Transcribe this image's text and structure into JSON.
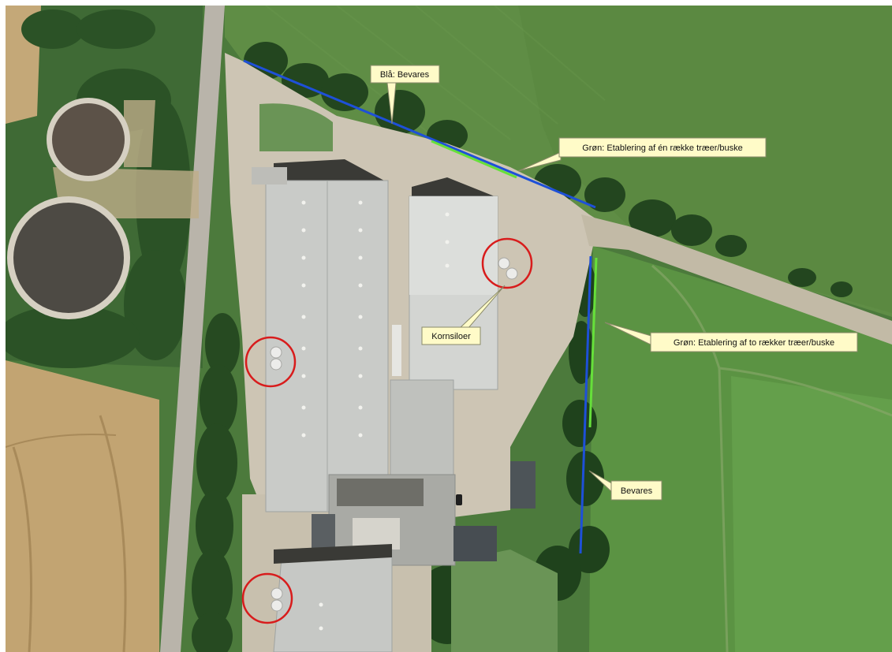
{
  "colors": {
    "preserve_line": "#1e50d8",
    "plant_line": "#66e03a",
    "marker_ring": "#d81c1c",
    "callout_fill": "#fffbc8",
    "callout_border": "#8a8a6a"
  },
  "callouts": {
    "blue_preserve": "Blå: Bevares",
    "green_one_row": "Grøn: Etablering af én række træer/buske",
    "silos": "Kornsiloer",
    "green_two_rows": "Grøn: Etablering af to rækker træer/buske",
    "preserve": "Bevares"
  }
}
